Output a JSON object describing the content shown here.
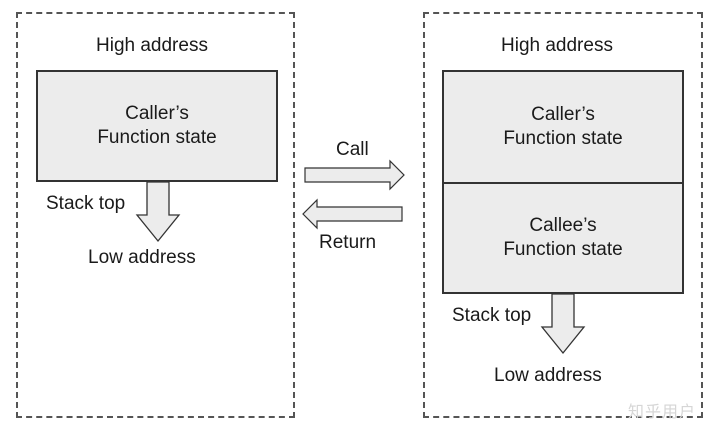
{
  "left_stack": {
    "high_address": "High address",
    "frames": [
      {
        "line1": "Caller’s",
        "line2": "Function state"
      }
    ],
    "stack_top": "Stack top",
    "low_address": "Low address"
  },
  "right_stack": {
    "high_address": "High address",
    "frames": [
      {
        "line1": "Caller’s",
        "line2": "Function state"
      },
      {
        "line1": "Callee’s",
        "line2": "Function state"
      }
    ],
    "stack_top": "Stack top",
    "low_address": "Low address"
  },
  "transitions": {
    "call": "Call",
    "return": "Return"
  },
  "watermark": "知乎用户"
}
